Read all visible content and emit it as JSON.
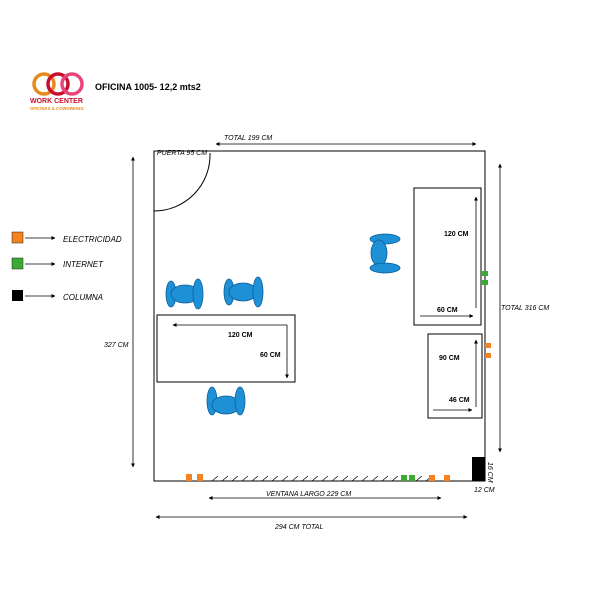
{
  "logo": {
    "mark": "boo",
    "line1": "WORK CENTER",
    "line2": "OFICINAS & COWORKING",
    "colors": {
      "red": "#c8102e",
      "orange": "#e88a1a",
      "pink": "#e8457a"
    }
  },
  "title": "OFICINA 1005- 12,2 mts2",
  "legend": [
    {
      "label": "ELECTRICIDAD",
      "color": "#f58220"
    },
    {
      "label": "INTERNET",
      "color": "#3aaa35"
    },
    {
      "label": "COLUMNA",
      "color": "#000000"
    }
  ],
  "dimensions": {
    "total_top": "TOTAL  199 CM",
    "door": "PUERTA 95 CM",
    "left_height": "327 CM",
    "right_total": "TOTAL 316 CM",
    "window": "VENTANA LARGO 229 CM",
    "bottom_total": "294 CM TOTAL",
    "column_height": "16 CM",
    "column_width": "12 CM"
  },
  "desks": {
    "right_large": {
      "length": "120 CM",
      "width": "60 CM"
    },
    "right_small": {
      "length": "90 CM",
      "width": "46 CM"
    },
    "left": {
      "length": "120 CM",
      "width": "60 CM"
    }
  },
  "colors": {
    "chair": "#1e90d6",
    "chair_stroke": "#0d5f9a",
    "electricity": "#f58220",
    "internet": "#3aaa35",
    "column": "#000000"
  }
}
